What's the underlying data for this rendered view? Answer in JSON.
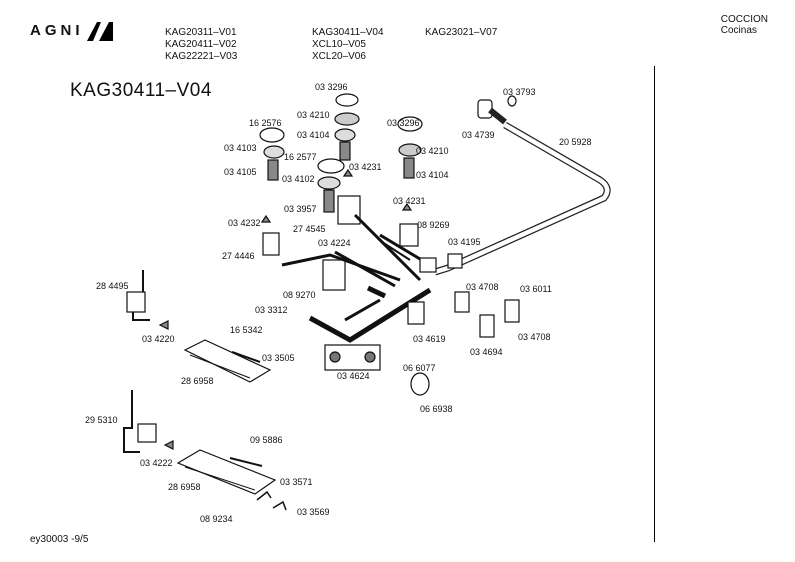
{
  "header": {
    "brand": "AGNI",
    "models_col1": [
      "KAG20311–V01",
      "KAG20411–V02",
      "KAG22221–V03"
    ],
    "models_col2": [
      "KAG30411–V04",
      "XCL10–V05",
      "XCL20–V06"
    ],
    "models_col3": [
      "KAG23021–V07"
    ],
    "category_es": "COCCION",
    "category_es2": "Cocinas"
  },
  "diagram": {
    "title": "KAG30411–V04",
    "part_labels": [
      "03 3296",
      "03 3793",
      "03 4210",
      "03 4739",
      "16 2576",
      "03 4104",
      "03 3296",
      "20 5928",
      "03 4103",
      "16 2577",
      "03 4210",
      "03 4105",
      "03 4231",
      "03 4102",
      "03 4104",
      "03 4231",
      "03 3957",
      "03 4232",
      "08 9269",
      "27 4545",
      "03 4224",
      "03 4195",
      "27 4446",
      "28 4495",
      "03 4708",
      "03 6011",
      "08 9270",
      "03 3312",
      "16 5342",
      "03 4220",
      "03 4619",
      "03 4694",
      "03 4708",
      "03 3505",
      "03 4624",
      "28 6958",
      "06 6077",
      "06 6938",
      "29 5310",
      "09 5886",
      "03 4222",
      "28 6958",
      "03 3571",
      "08 9234",
      "03 3569"
    ]
  },
  "footer": {
    "code": "ey30003   -9/5"
  }
}
